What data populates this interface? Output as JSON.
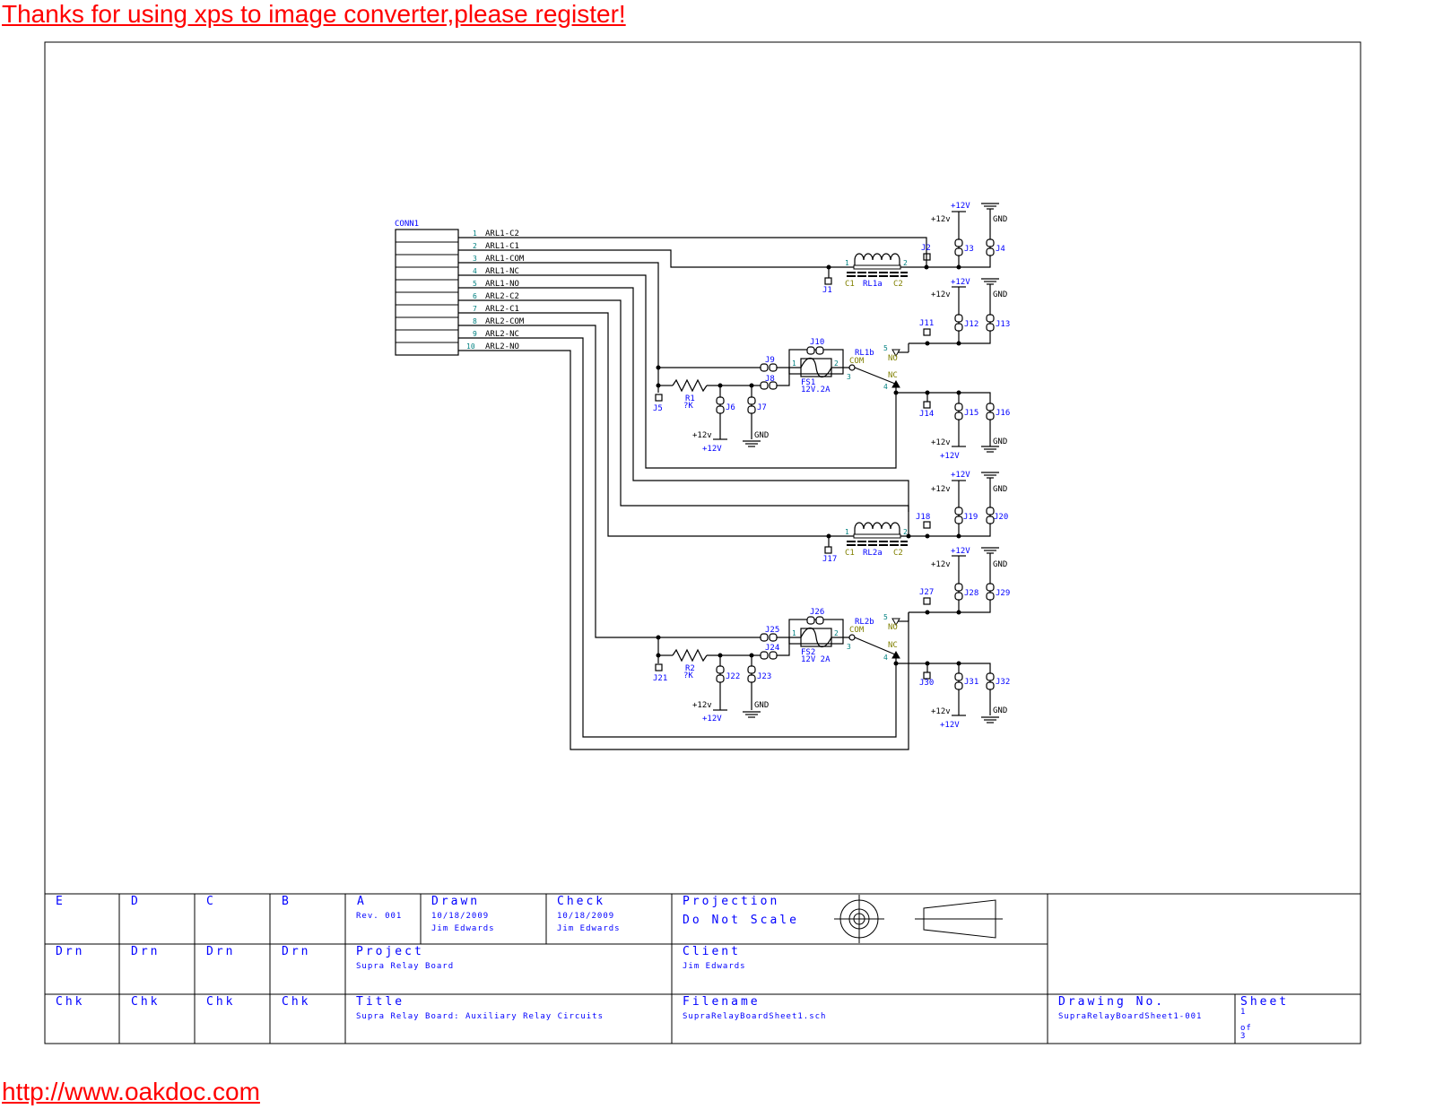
{
  "banner": "Thanks for using xps to image converter,please register!",
  "footer_link": "http://www.oakdoc.com",
  "connector": {
    "ref": "CONN1",
    "pins": [
      {
        "num": "1",
        "net": "ARL1-C2"
      },
      {
        "num": "2",
        "net": "ARL1-C1"
      },
      {
        "num": "3",
        "net": "ARL1-COM"
      },
      {
        "num": "4",
        "net": "ARL1-NC"
      },
      {
        "num": "5",
        "net": "ARL1-NO"
      },
      {
        "num": "6",
        "net": "ARL2-C2"
      },
      {
        "num": "7",
        "net": "ARL2-C1"
      },
      {
        "num": "8",
        "net": "ARL2-COM"
      },
      {
        "num": "9",
        "net": "ARL2-NC"
      },
      {
        "num": "10",
        "net": "ARL2-NO"
      }
    ]
  },
  "relay1": {
    "coil_ref": "RL1a",
    "coil_c1": "C1",
    "coil_c2": "C2",
    "coil_pin1": "1",
    "coil_pin2": "2",
    "contact_ref": "RL1b",
    "com": "COM",
    "no": "NO",
    "nc": "NC",
    "pin_com": "3",
    "pin_nc": "4",
    "pin_no": "5",
    "fuse_ref": "FS1",
    "fuse_value": "12V.2A",
    "fuse_pin1": "1",
    "fuse_pin2": "2",
    "res_ref": "R1",
    "res_value": "?K",
    "jumpers": {
      "j1": "J1",
      "j2": "J2",
      "j3": "J3",
      "j4": "J4",
      "j5": "J5",
      "j6": "J6",
      "j7": "J7",
      "j8": "J8",
      "j9": "J9",
      "j10": "J10",
      "j11": "J11",
      "j12": "J12",
      "j13": "J13",
      "j14": "J14",
      "j15": "J15",
      "j16": "J16"
    }
  },
  "relay2": {
    "coil_ref": "RL2a",
    "coil_c1": "C1",
    "coil_c2": "C2",
    "coil_pin1": "1",
    "coil_pin2": "2",
    "contact_ref": "RL2b",
    "com": "COM",
    "no": "NO",
    "nc": "NC",
    "pin_com": "3",
    "pin_nc": "4",
    "pin_no": "5",
    "fuse_ref": "FS2",
    "fuse_value": "12V 2A",
    "fuse_pin1": "1",
    "fuse_pin2": "2",
    "res_ref": "R2",
    "res_value": "?K",
    "jumpers": {
      "j17": "J17",
      "j18": "J18",
      "j19": "J19",
      "j20": "J20",
      "j21": "J21",
      "j22": "J22",
      "j23": "J23",
      "j24": "J24",
      "j25": "J25",
      "j26": "J26",
      "j27": "J27",
      "j28": "J28",
      "j29": "J29",
      "j30": "J30",
      "j31": "J31",
      "j32": "J32"
    }
  },
  "power": {
    "vcc": "+12V",
    "vcc_lower": "+12v",
    "gnd": "GND"
  },
  "titleblock": {
    "rev_letters": [
      "E",
      "D",
      "C",
      "B",
      "A"
    ],
    "rev_value": "Rev. 001",
    "drn": "Drn",
    "chk": "Chk",
    "drawn_label": "Drawn",
    "drawn_date": "10/18/2009",
    "drawn_by": "Jim Edwards",
    "check_label": "Check",
    "check_date": "10/18/2009",
    "check_by": "Jim Edwards",
    "projection_label": "Projection",
    "projection_value": "Do Not Scale",
    "project_label": "Project",
    "project_value": "Supra Relay Board",
    "client_label": "Client",
    "client_value": "Jim Edwards",
    "title_label": "Title",
    "title_value": "Supra Relay Board: Auxiliary Relay Circuits",
    "filename_label": "Filename",
    "filename_value": "SupraRelayBoardSheet1.sch",
    "drawing_no_label": "Drawing No.",
    "drawing_no_value": "SupraRelayBoardSheet1-001",
    "sheet_label": "Sheet",
    "sheet_num": "1",
    "sheet_of": "of",
    "sheet_total": "3"
  }
}
